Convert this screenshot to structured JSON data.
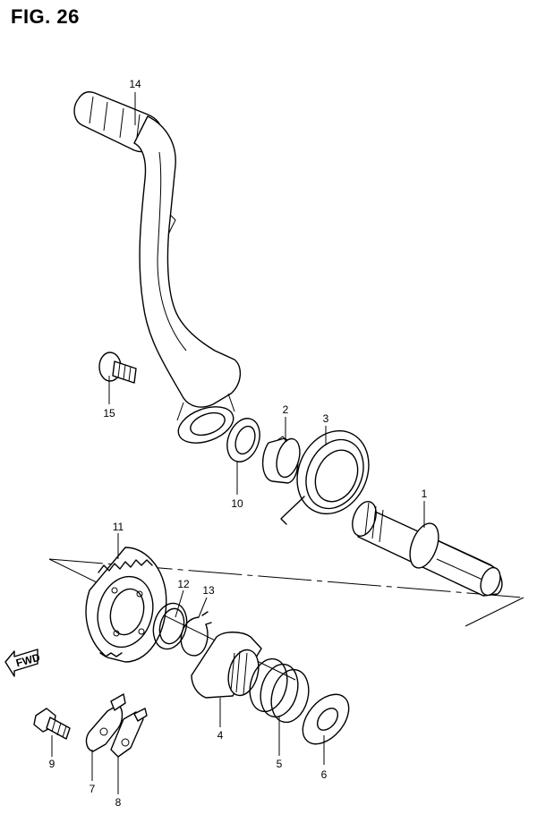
{
  "figure": {
    "title": "FIG. 26",
    "direction_label": "FWD"
  },
  "parts": [
    {
      "id": "1",
      "label": "1"
    },
    {
      "id": "2",
      "label": "2"
    },
    {
      "id": "3",
      "label": "3"
    },
    {
      "id": "4",
      "label": "4"
    },
    {
      "id": "5",
      "label": "5"
    },
    {
      "id": "6",
      "label": "6"
    },
    {
      "id": "7",
      "label": "7"
    },
    {
      "id": "8",
      "label": "8"
    },
    {
      "id": "9",
      "label": "9"
    },
    {
      "id": "10",
      "label": "10"
    },
    {
      "id": "11",
      "label": "11"
    },
    {
      "id": "12",
      "label": "12"
    },
    {
      "id": "13",
      "label": "13"
    },
    {
      "id": "14",
      "label": "14"
    },
    {
      "id": "15",
      "label": "15"
    }
  ]
}
